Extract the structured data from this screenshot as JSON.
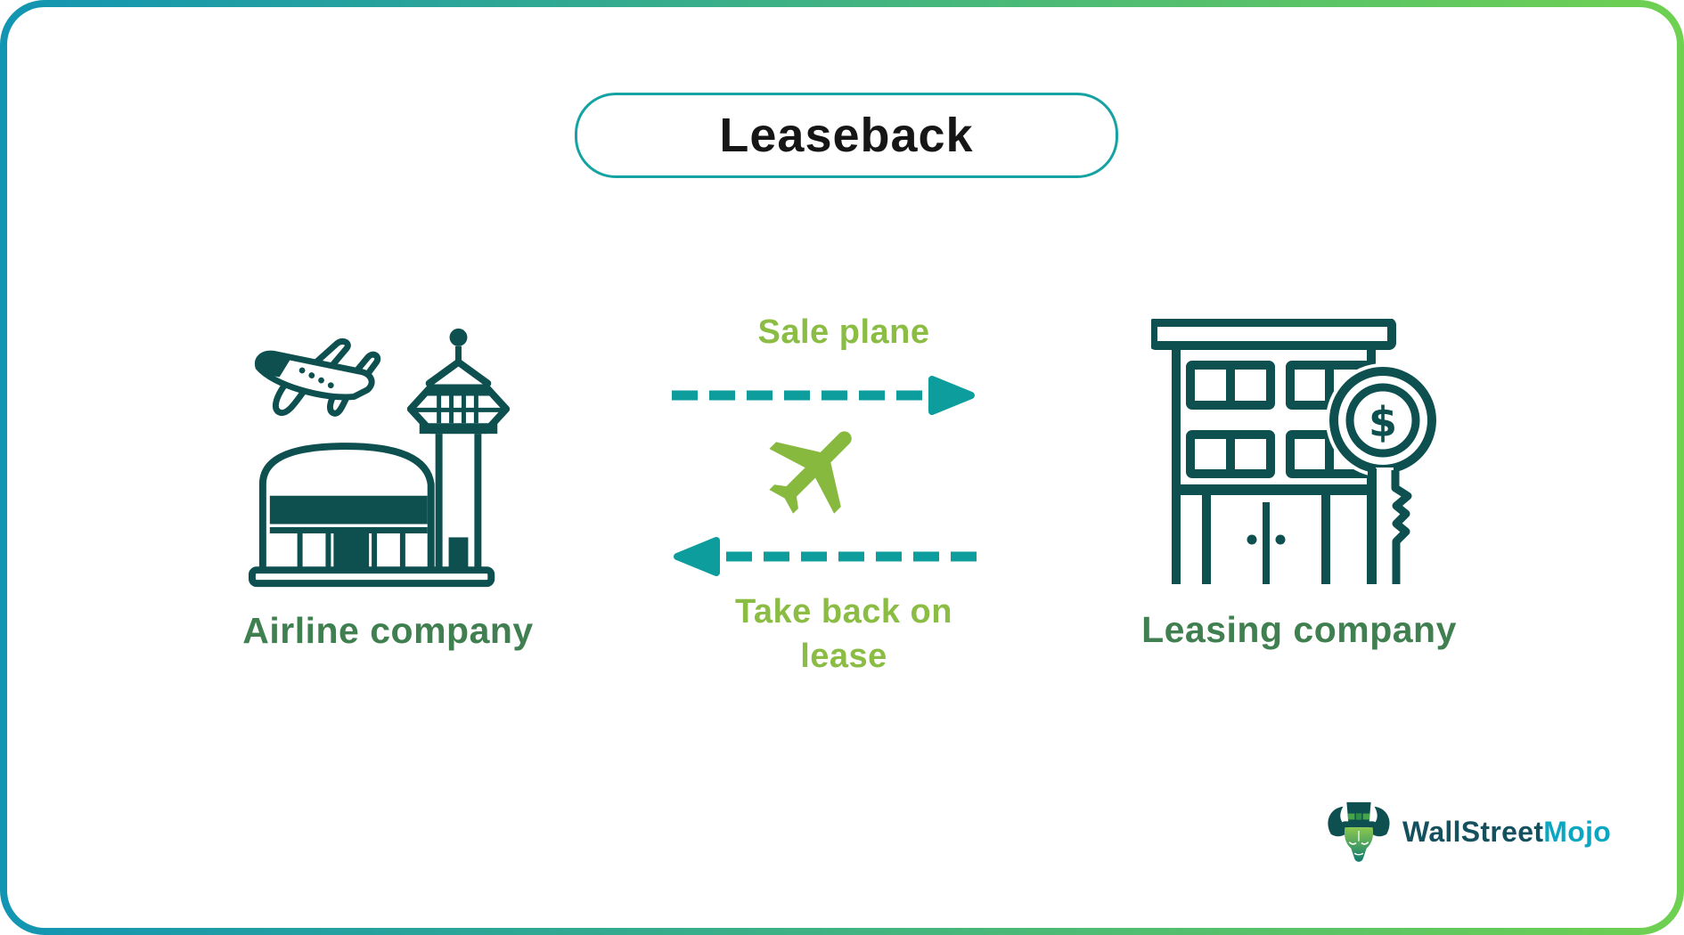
{
  "title": {
    "label": "Leaseback"
  },
  "diagram": {
    "left_entity": {
      "label": "Airline company",
      "icon": "airport-icon"
    },
    "right_entity": {
      "label": "Leasing company",
      "icon": "building-dollar-key-icon"
    },
    "flows": [
      {
        "label": "Sale plane",
        "direction": "right"
      },
      {
        "label": "Take back on lease",
        "direction": "left"
      }
    ],
    "center_icon": "plane-icon"
  },
  "footer": {
    "brand_first": "WallStreet",
    "brand_second": "Mojo",
    "logo": "bull-mascot-icon"
  },
  "colors": {
    "icon_dark_teal": "#0e4f50",
    "arrow_teal": "#0e9d9d",
    "entity_label_green": "#3f7f50",
    "flow_label_green": "#8bbd44",
    "plane_green": "#87b93f",
    "title_border_teal": "#14a3a2",
    "frame_gradient_left": "#1295b3",
    "frame_gradient_right": "#6fd151",
    "brand_dark": "#15505e",
    "brand_accent": "#0ba6c2"
  }
}
